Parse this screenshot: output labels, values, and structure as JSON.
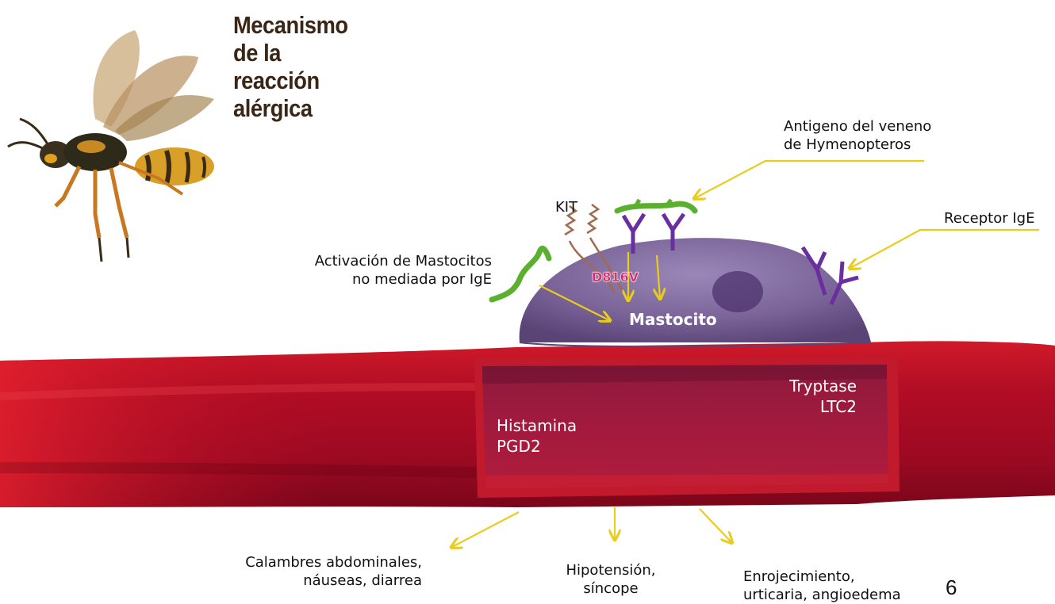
{
  "title": {
    "lines": [
      "Mecanismo",
      "de la",
      "reacción",
      "alérgica"
    ]
  },
  "labels": {
    "antigen": [
      "Antigeno del veneno",
      "de Hymenopteros"
    ],
    "receptor": "Receptor IgE",
    "kit": "KIT",
    "mutation": "D816V",
    "activation": [
      "Activación de Mastocitos",
      "no mediada por IgE"
    ],
    "mast_cell": "Mastocito",
    "mediators_left": [
      "Histamina",
      "PGD2"
    ],
    "mediators_right": [
      "Tryptase",
      "LTC2"
    ],
    "effect_1": [
      "Calambres abdominales,",
      "náuseas, diarrea"
    ],
    "effect_2": [
      "Hipotensión,",
      "síncope"
    ],
    "effect_3": [
      "Enrojecimiento,",
      "urticaria, angioedema"
    ]
  },
  "page_number": "6",
  "colors": {
    "arrow": "#e8cc1e",
    "vessel": "#c2102a",
    "cell": "#7c6298",
    "antigen": "#5cb030",
    "receptor": "#6a2f9e",
    "kit": "#a06a50",
    "mutation": "#d8246a"
  }
}
